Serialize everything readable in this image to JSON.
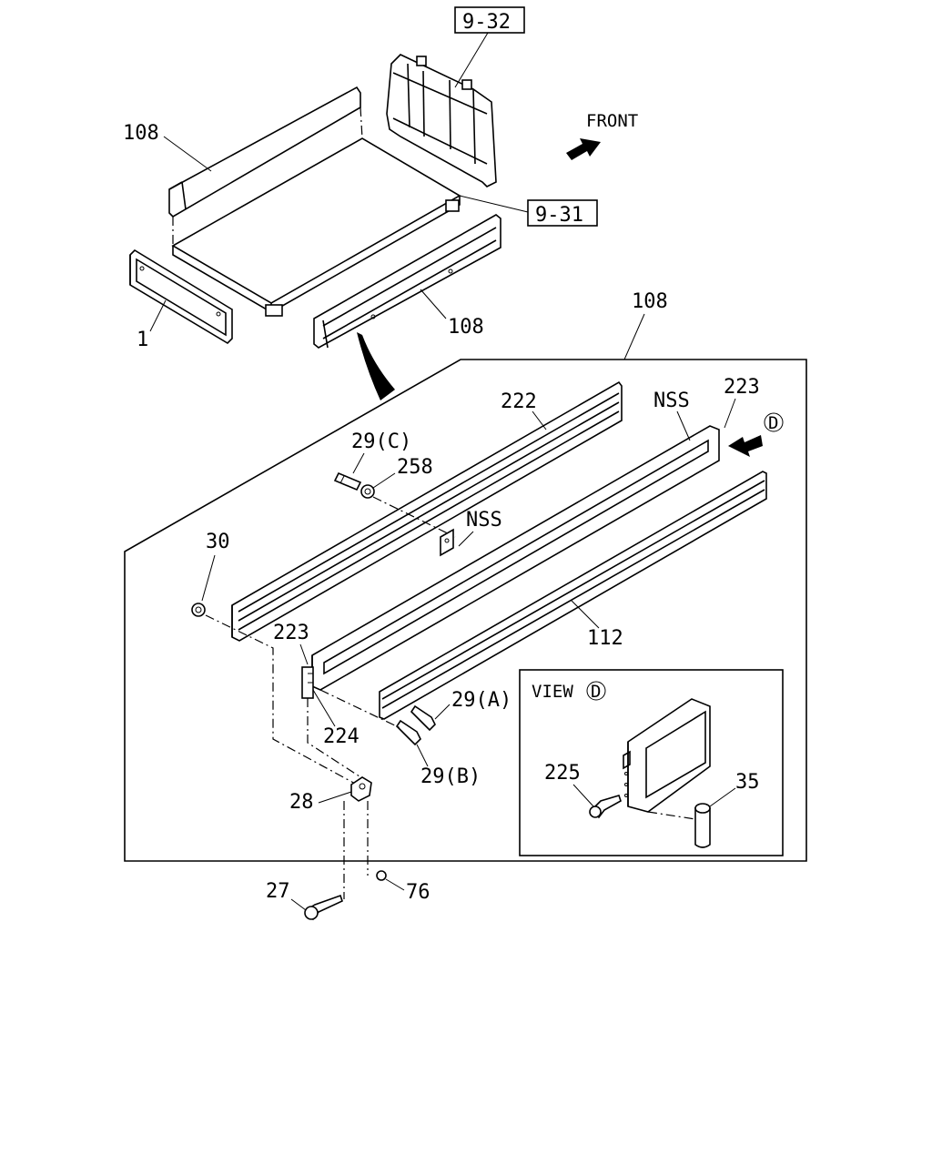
{
  "callouts": {
    "ref_9_32": "9-32",
    "ref_9_31": "9-31",
    "front": "FRONT",
    "p108_top_left": "108",
    "p108_side": "108",
    "p108_detail": "108",
    "p1": "1",
    "p222": "222",
    "nss_top": "NSS",
    "p223_top": "223",
    "view_marker": "D",
    "p29c": "29(C)",
    "p258": "258",
    "nss_mid": "NSS",
    "p30": "30",
    "p223_low": "223",
    "p112": "112",
    "p29a": "29(A)",
    "p224": "224",
    "p29b": "29(B)",
    "p28": "28",
    "p27": "27",
    "p76": "76",
    "view_title": "VIEW",
    "view_title_marker": "D",
    "p225": "225",
    "p35": "35"
  }
}
